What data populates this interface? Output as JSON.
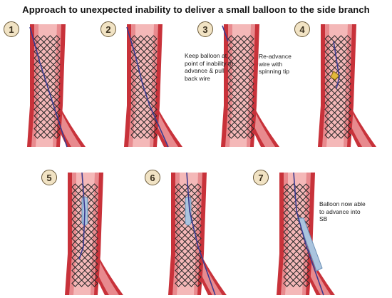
{
  "title": "Approach to unexpected inability to deliver a small balloon to the side branch",
  "steps": [
    {
      "number": "1",
      "note": ""
    },
    {
      "number": "2",
      "note": "Keep balloon at point of inability to advance & pull back wire"
    },
    {
      "number": "3",
      "note": "Re-advance wire with spinning tip"
    },
    {
      "number": "4",
      "note": ""
    },
    {
      "number": "5",
      "note": ""
    },
    {
      "number": "6",
      "note": ""
    },
    {
      "number": "7",
      "note": "Balloon now able to advance into SB"
    }
  ],
  "colors": {
    "vessel_wall": "#c8323a",
    "vessel_inner": "#e88a8e",
    "lumen": "#f4b8b8",
    "stent": "#2a2a2a",
    "wire": "#3b3a8f",
    "balloon": "#aac4de",
    "badge_fill": "#f1e3c4"
  }
}
